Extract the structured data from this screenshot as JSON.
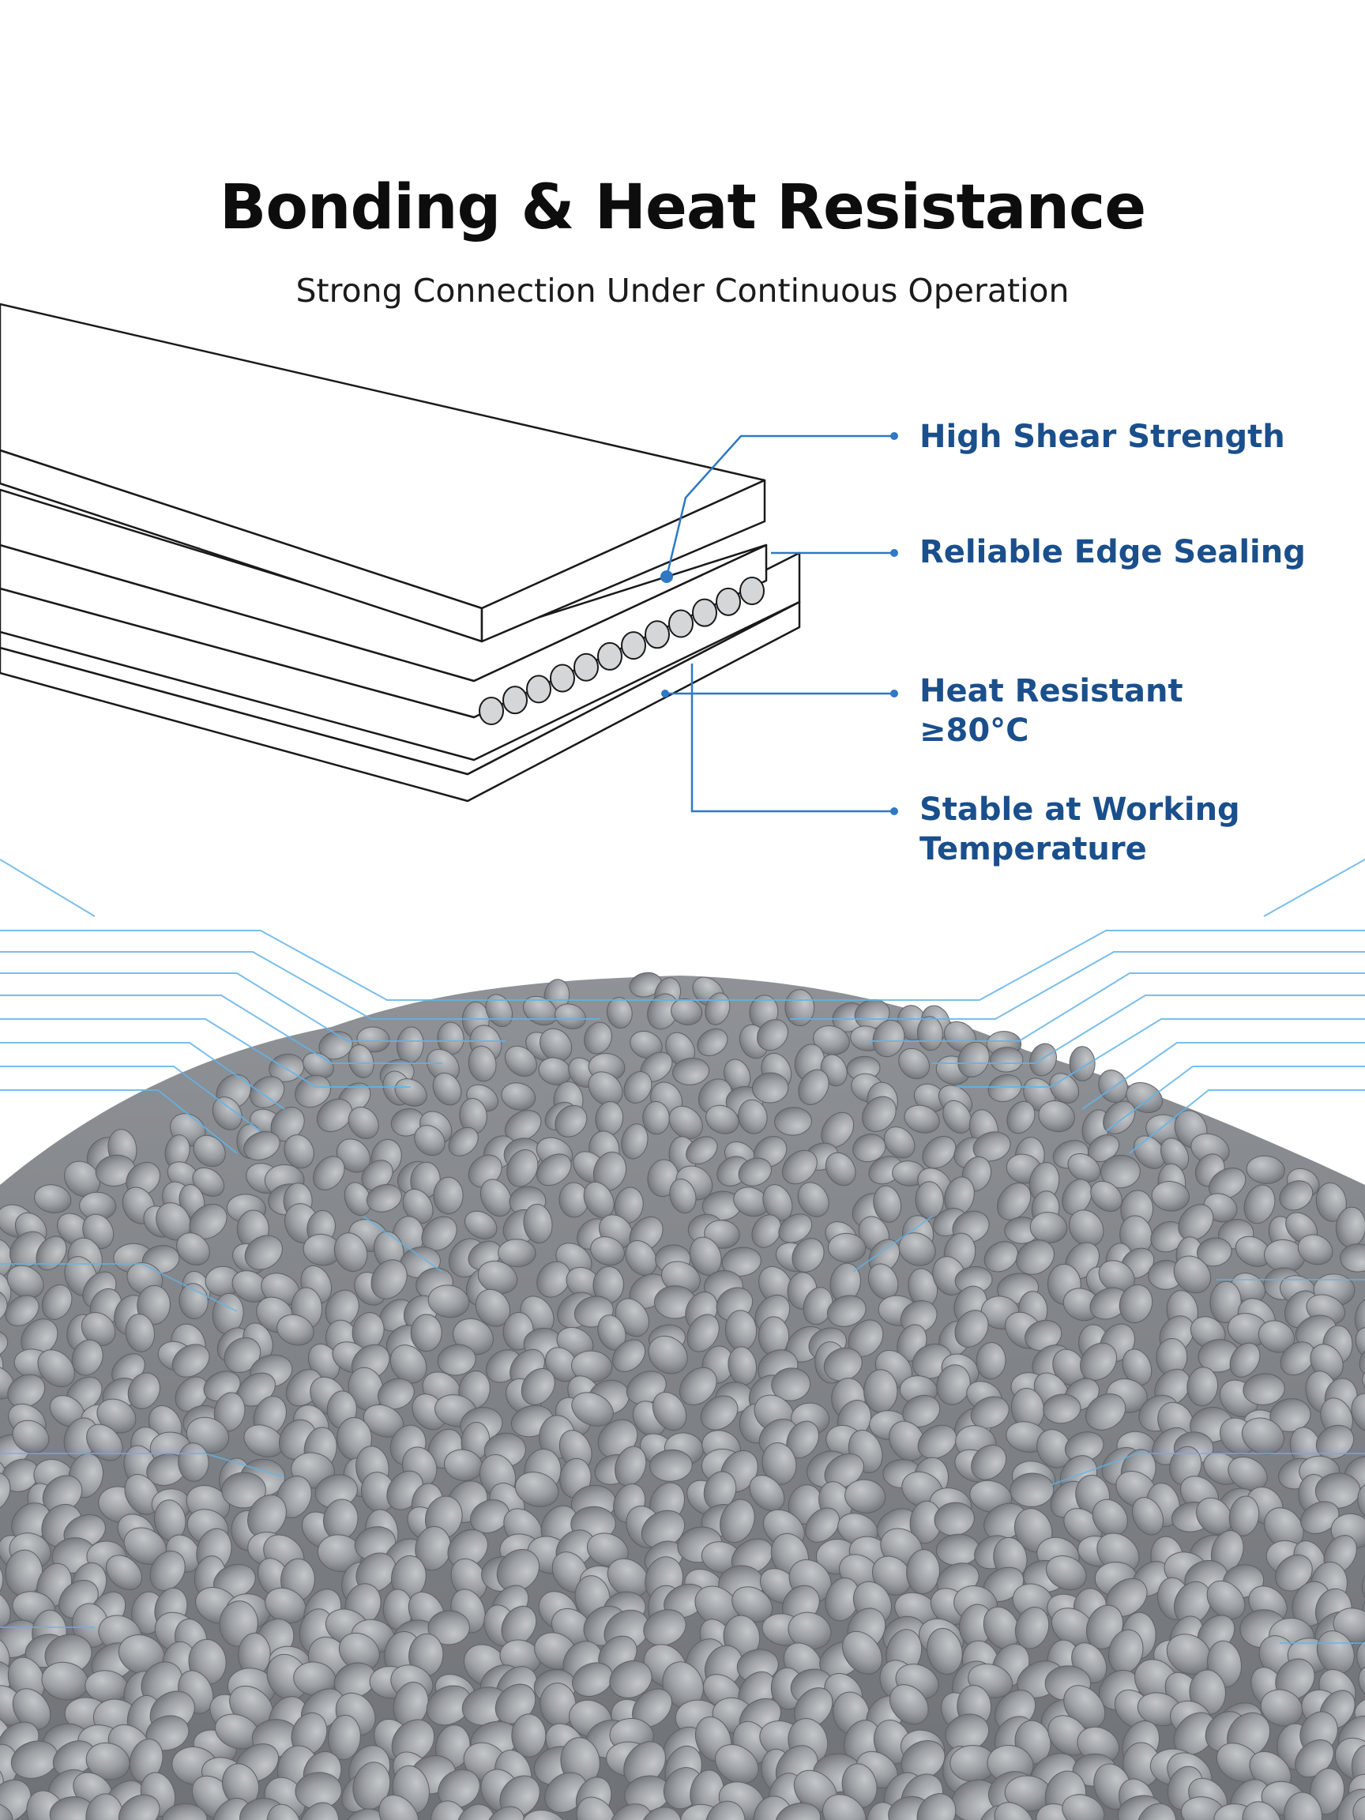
{
  "header": {
    "title": "Bonding & Heat Resistance",
    "subtitle": "Strong Connection Under Continuous Operation"
  },
  "callouts": [
    {
      "lines": [
        "High Shear Strength"
      ]
    },
    {
      "lines": [
        "Reliable Edge Sealing"
      ]
    },
    {
      "lines": [
        "Heat Resistant",
        "≥80°C"
      ]
    },
    {
      "lines": [
        "Stable at Working",
        "Temperature"
      ]
    }
  ],
  "colors": {
    "accent": "#1a4f8c",
    "line_blue": "#2f78c4",
    "tech_line": "#63b3e8",
    "granule_gray": "#9a9da0",
    "outline": "#1a1a1a"
  },
  "icons": {
    "diagram": "layered-laminate-illustration",
    "photo": "gray-plastic-granules-pile"
  }
}
